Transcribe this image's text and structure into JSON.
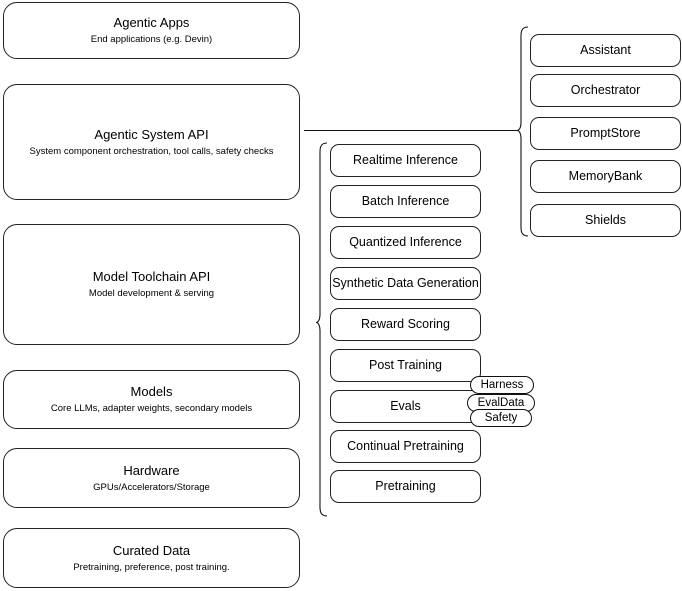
{
  "diagram": {
    "title": "Agentic stack layered architecture",
    "stroke_color": "#111111",
    "background_color": "#ffffff"
  },
  "layers": [
    {
      "title": "Agentic Apps",
      "subtitle": "End applications (e.g. Devin)"
    },
    {
      "title": "Agentic System API",
      "subtitle": "System component orchestration, tool calls, safety checks"
    },
    {
      "title": "Model Toolchain API",
      "subtitle": "Model development & serving"
    },
    {
      "title": "Models",
      "subtitle": "Core LLMs, adapter weights, secondary models"
    },
    {
      "title": "Hardware",
      "subtitle": "GPUs/Accelerators/Storage"
    },
    {
      "title": "Curated Data",
      "subtitle": "Pretraining, preference, post training."
    }
  ],
  "toolchain_components": [
    {
      "label": "Realtime Inference"
    },
    {
      "label": "Batch Inference"
    },
    {
      "label": "Quantized Inference"
    },
    {
      "label": "Synthetic Data Generation"
    },
    {
      "label": "Reward Scoring"
    },
    {
      "label": "Post Training"
    },
    {
      "label": "Evals"
    },
    {
      "label": "Continual Pretraining"
    },
    {
      "label": "Pretraining"
    }
  ],
  "system_components": [
    {
      "label": "Assistant"
    },
    {
      "label": "Orchestrator"
    },
    {
      "label": "PromptStore"
    },
    {
      "label": "MemoryBank"
    },
    {
      "label": "Shields"
    }
  ],
  "eval_badges": [
    {
      "label": "Harness"
    },
    {
      "label": "EvalData"
    },
    {
      "label": "Safety"
    }
  ]
}
